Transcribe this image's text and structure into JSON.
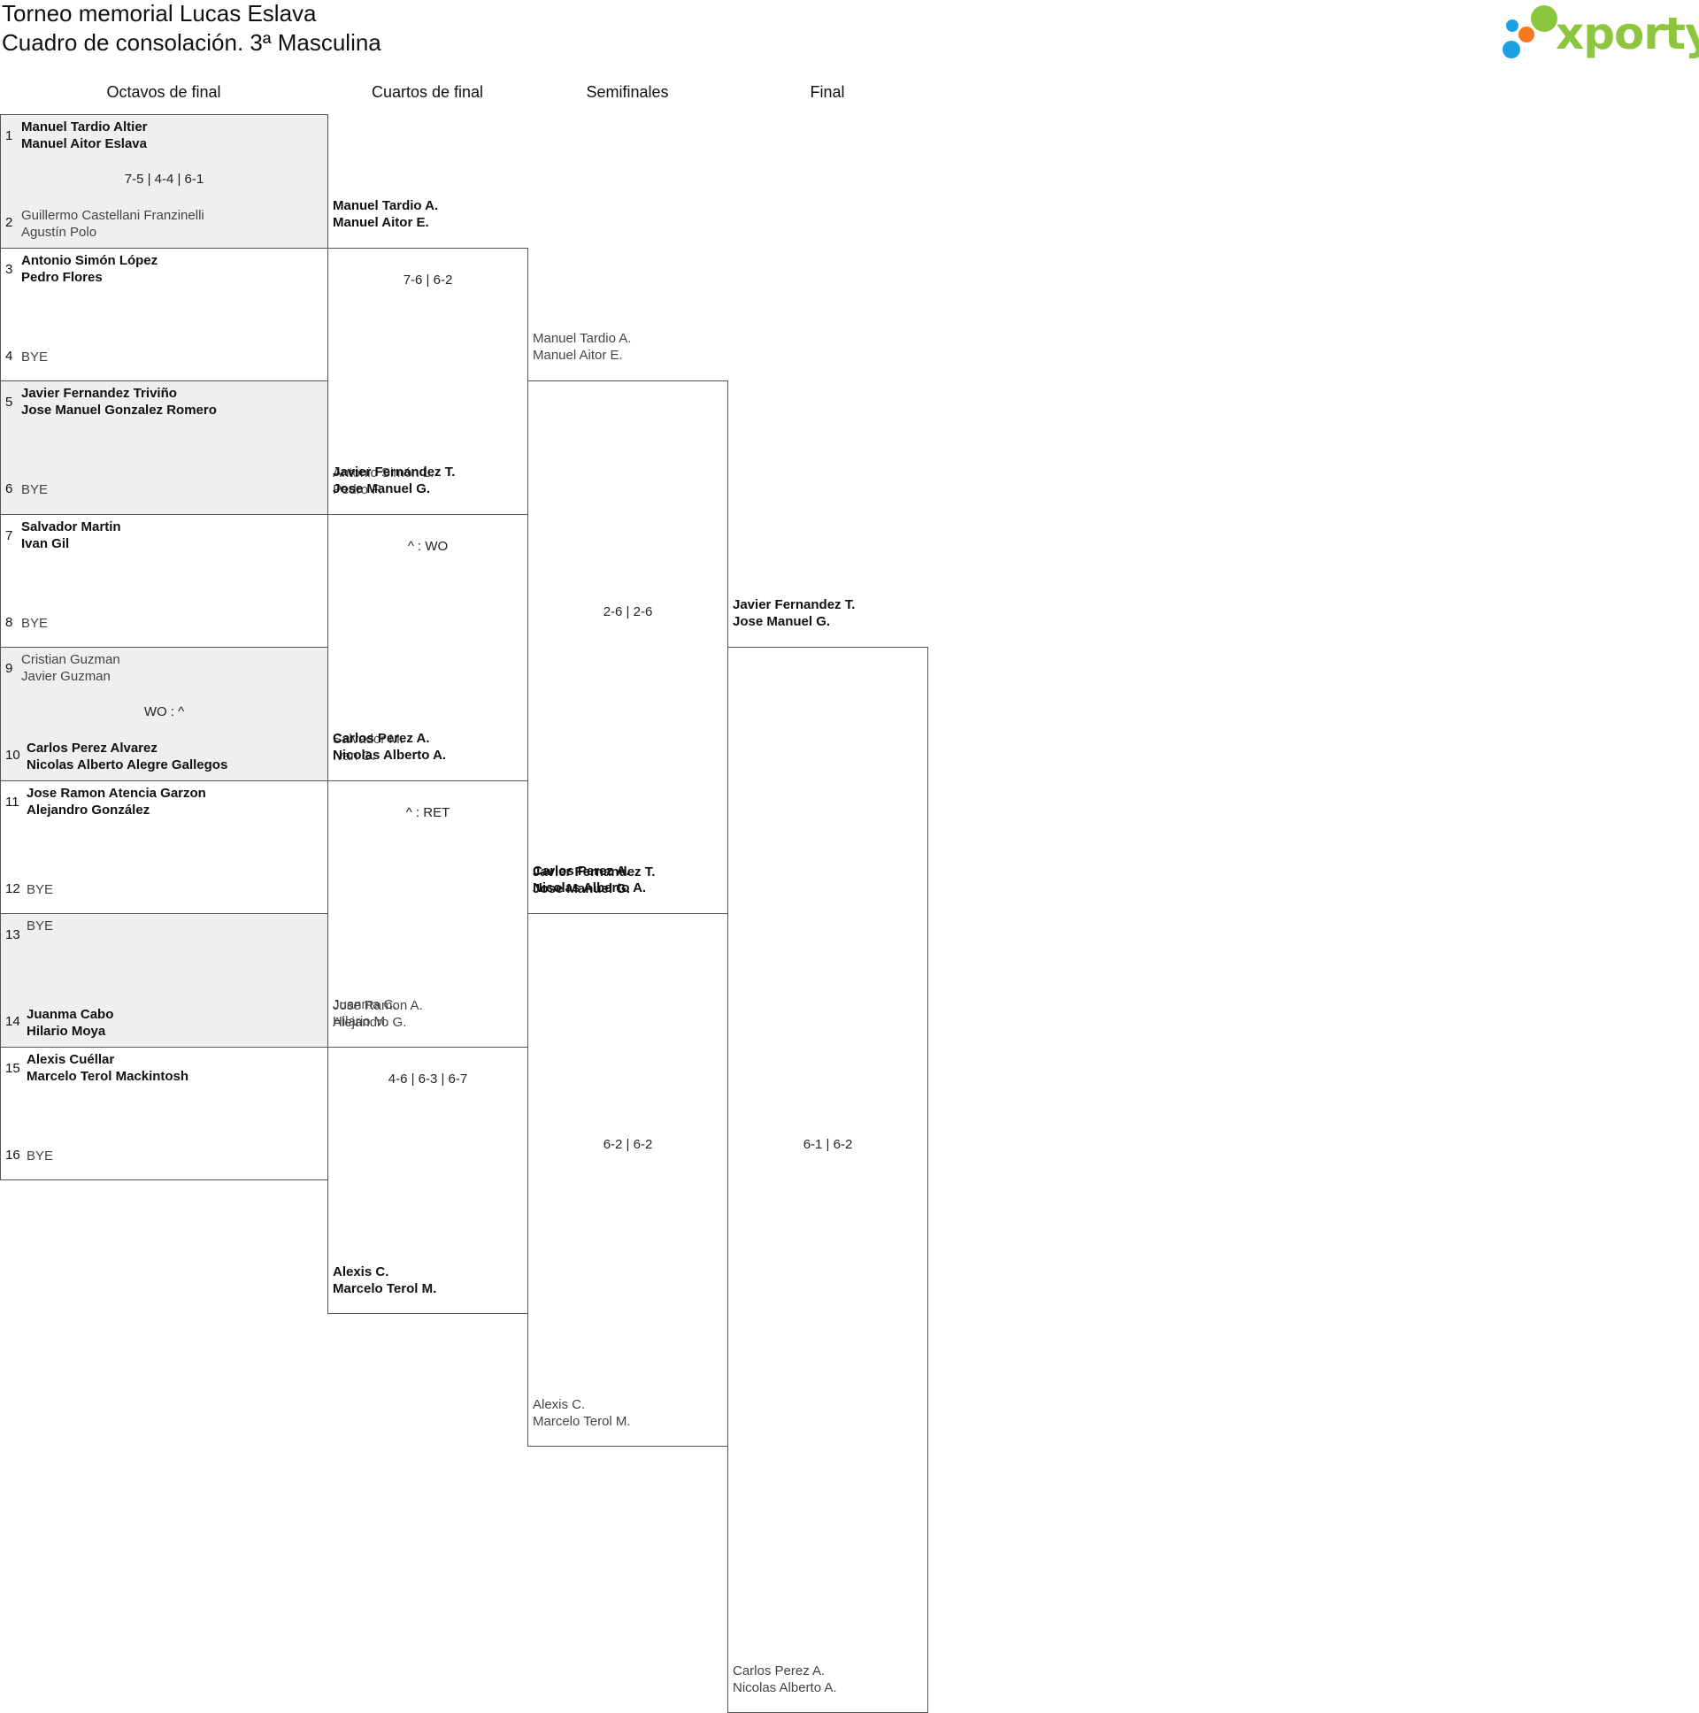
{
  "header": {
    "title_line1": "Torneo memorial Lucas Eslava",
    "title_line2": "Cuadro de consolación. 3ª Masculina"
  },
  "logo": {
    "text": "xporty",
    "colors": [
      "#8cc63f",
      "#f47920",
      "#1ba1e2"
    ]
  },
  "rounds": [
    "Octavos de final",
    "Cuartos de final",
    "Semifinales",
    "Final"
  ],
  "octavos": [
    {
      "top": {
        "seed": "1",
        "p1": "Manuel Tardio Altier",
        "p2": "Manuel Aitor Eslava",
        "winner": true
      },
      "score": "7-5 | 4-4 | 6-1",
      "bottom": {
        "seed": "2",
        "p1": "Guillermo Castellani Franzinelli",
        "p2": "Agustín Polo",
        "winner": false
      }
    },
    {
      "top": {
        "seed": "3",
        "p1": "Antonio Simón López",
        "p2": "Pedro Flores",
        "winner": true
      },
      "score": "",
      "bottom": {
        "seed": "4",
        "p1": "BYE",
        "p2": "",
        "winner": false
      }
    },
    {
      "top": {
        "seed": "5",
        "p1": "Javier Fernandez Triviño",
        "p2": "Jose Manuel Gonzalez Romero",
        "winner": true
      },
      "score": "",
      "bottom": {
        "seed": "6",
        "p1": "BYE",
        "p2": "",
        "winner": false
      }
    },
    {
      "top": {
        "seed": "7",
        "p1": "Salvador Martin",
        "p2": "Ivan Gil",
        "winner": true
      },
      "score": "",
      "bottom": {
        "seed": "8",
        "p1": "BYE",
        "p2": "",
        "winner": false
      }
    },
    {
      "top": {
        "seed": "9",
        "p1": "Cristian Guzman",
        "p2": "Javier Guzman",
        "winner": false
      },
      "score": "WO : ^",
      "bottom": {
        "seed": "10",
        "p1": "Carlos Perez Alvarez",
        "p2": "Nicolas Alberto Alegre Gallegos",
        "winner": true
      }
    },
    {
      "top": {
        "seed": "11",
        "p1": "Jose Ramon Atencia Garzon",
        "p2": "Alejandro González",
        "winner": true
      },
      "score": "",
      "bottom": {
        "seed": "12",
        "p1": "BYE",
        "p2": "",
        "winner": false
      }
    },
    {
      "top": {
        "seed": "13",
        "p1": "BYE",
        "p2": "",
        "winner": false
      },
      "score": "",
      "bottom": {
        "seed": "14",
        "p1": "Juanma Cabo",
        "p2": "Hilario Moya",
        "winner": true
      }
    },
    {
      "top": {
        "seed": "15",
        "p1": "Alexis Cuéllar",
        "p2": "Marcelo Terol Mackintosh",
        "winner": true
      },
      "score": "",
      "bottom": {
        "seed": "16",
        "p1": "BYE",
        "p2": "",
        "winner": false
      }
    }
  ],
  "cuartos": [
    {
      "top": {
        "p1": "Manuel Tardio A.",
        "p2": "Manuel Aitor E.",
        "winner": true
      },
      "score": "7-6 | 6-2",
      "bottom": {
        "p1": "Antonio Simón L.",
        "p2": "Pedro F.",
        "winner": false
      }
    },
    {
      "top": {
        "p1": "Javier Fernandez T.",
        "p2": "Jose Manuel G.",
        "winner": true
      },
      "score": "^ : WO",
      "bottom": {
        "p1": "Salvador M.",
        "p2": "Ivan G.",
        "winner": false
      }
    },
    {
      "top": {
        "p1": "Carlos Perez A.",
        "p2": "Nicolas Alberto A.",
        "winner": true
      },
      "score": "^ : RET",
      "bottom": {
        "p1": "Jose Ramon A.",
        "p2": "Alejandro G.",
        "winner": false
      }
    },
    {
      "top": {
        "p1": "Juanma C.",
        "p2": "Hilario M.",
        "winner": false
      },
      "score": "4-6 | 6-3 | 6-7",
      "bottom": {
        "p1": "Alexis C.",
        "p2": "Marcelo Terol M.",
        "winner": true
      }
    }
  ],
  "semis": [
    {
      "top": {
        "p1": "Manuel Tardio A.",
        "p2": "Manuel Aitor E.",
        "winner": false
      },
      "score": "2-6 | 2-6",
      "bottom": {
        "p1": "Javier Fernandez T.",
        "p2": "Jose Manuel G.",
        "winner": true
      }
    },
    {
      "top": {
        "p1": "Carlos Perez A.",
        "p2": "Nicolas Alberto A.",
        "winner": true
      },
      "score": "6-2 | 6-2",
      "bottom": {
        "p1": "Alexis C.",
        "p2": "Marcelo Terol M.",
        "winner": false
      }
    }
  ],
  "final": [
    {
      "top": {
        "p1": "Javier Fernandez T.",
        "p2": "Jose Manuel G.",
        "winner": true
      },
      "score": "6-1 | 6-2",
      "bottom": {
        "p1": "Carlos Perez A.",
        "p2": "Nicolas Alberto A.",
        "winner": false
      }
    }
  ]
}
